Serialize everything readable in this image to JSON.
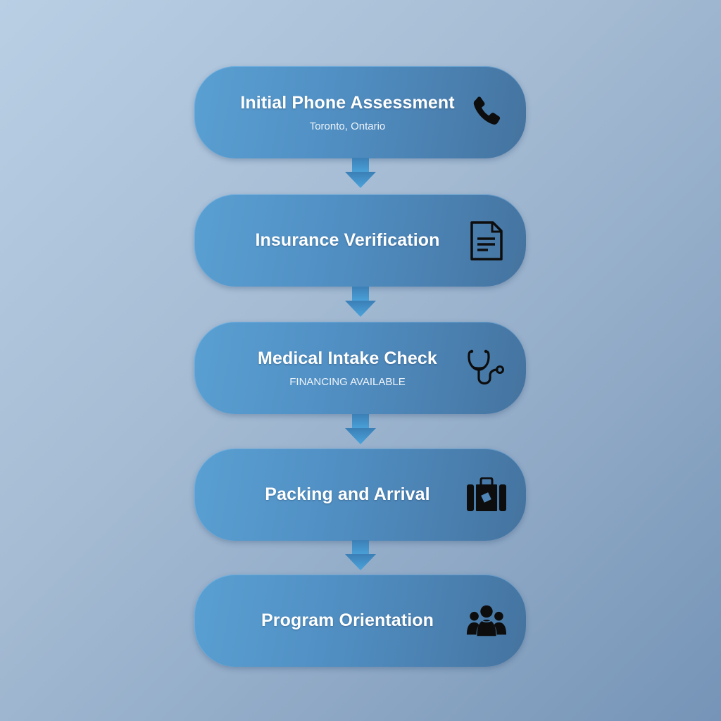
{
  "diagram": {
    "type": "vertical-flowchart",
    "colors": {
      "background_top_left": "#b9cfe4",
      "background_bottom_right": "#7594b7",
      "step_fill_left": "#5aa0d2",
      "step_fill_right": "#45739f",
      "arrow": "#4a9fd6",
      "text": "#ffffff",
      "icon": "#0d0d0d"
    },
    "steps": [
      {
        "title": "Initial Phone Assessment",
        "subtitle": "Toronto, Ontario",
        "icon": "phone-icon"
      },
      {
        "title": "Insurance Verification",
        "subtitle": "",
        "icon": "document-icon"
      },
      {
        "title": "Medical Intake Check",
        "subtitle": "FINANCING AVAILABLE",
        "icon": "stethoscope-icon"
      },
      {
        "title": "Packing and Arrival",
        "subtitle": "",
        "icon": "suitcase-icon"
      },
      {
        "title": "Program Orientation",
        "subtitle": "",
        "icon": "group-icon"
      }
    ],
    "connectors": [
      {
        "from": 0,
        "to": 1,
        "icon": "arrow-down-icon"
      },
      {
        "from": 1,
        "to": 2,
        "icon": "arrow-down-icon"
      },
      {
        "from": 2,
        "to": 3,
        "icon": "arrow-down-icon"
      },
      {
        "from": 3,
        "to": 4,
        "icon": "arrow-down-icon"
      }
    ]
  }
}
